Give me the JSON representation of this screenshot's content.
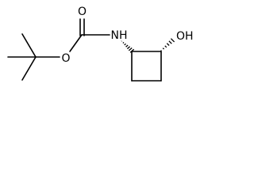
{
  "molecule": {
    "atoms": {
      "carbonyl_oxygen": "O",
      "ester_oxygen": "O",
      "amine": "NH",
      "hydroxyl": "OH"
    },
    "colors": {
      "bond": "#000000",
      "label": "#000000",
      "background": "#ffffff"
    }
  }
}
